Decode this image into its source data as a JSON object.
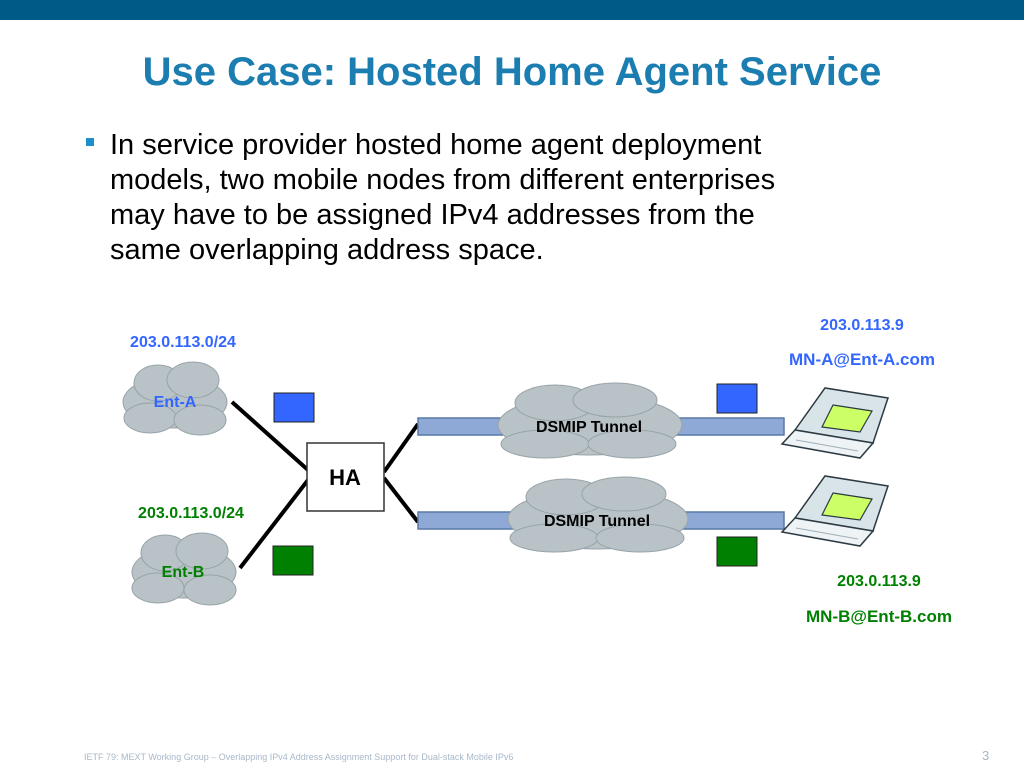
{
  "slide": {
    "title": "Use Case: Hosted Home Agent Service",
    "bullet": "In service provider hosted home agent   deployment\nmodels, two mobile nodes from different enterprises\nmay   have to be assigned IPv4 addresses from the\nsame overlapping address   space.",
    "footer": "IETF 79: MEXT Working Group – Overlapping IPv4 Address Assignment Support for Dual-stack Mobile IPv6",
    "page_number": "3"
  },
  "diagram": {
    "ent_a": {
      "name": "Ent-A",
      "subnet": "203.0.113.0/24"
    },
    "ent_b": {
      "name": "Ent-B",
      "subnet": "203.0.113.0/24"
    },
    "home_agent": "HA",
    "tunnel_top": "DSMIP Tunnel",
    "tunnel_bottom": "DSMIP Tunnel",
    "mn_a": {
      "ip": "203.0.113.9",
      "id": "MN-A@Ent-A.com"
    },
    "mn_b": {
      "ip": "203.0.113.9",
      "id": "MN-B@Ent-B.com"
    }
  },
  "colors": {
    "title": "#1b7db0",
    "top_bar": "#005a87",
    "enterprise_a": "#3366ff",
    "enterprise_b": "#008000",
    "cloud_fill": "#b9c3c7",
    "tunnel_fill": "#8ea9d6",
    "laptop_screen": "#ccff66"
  }
}
